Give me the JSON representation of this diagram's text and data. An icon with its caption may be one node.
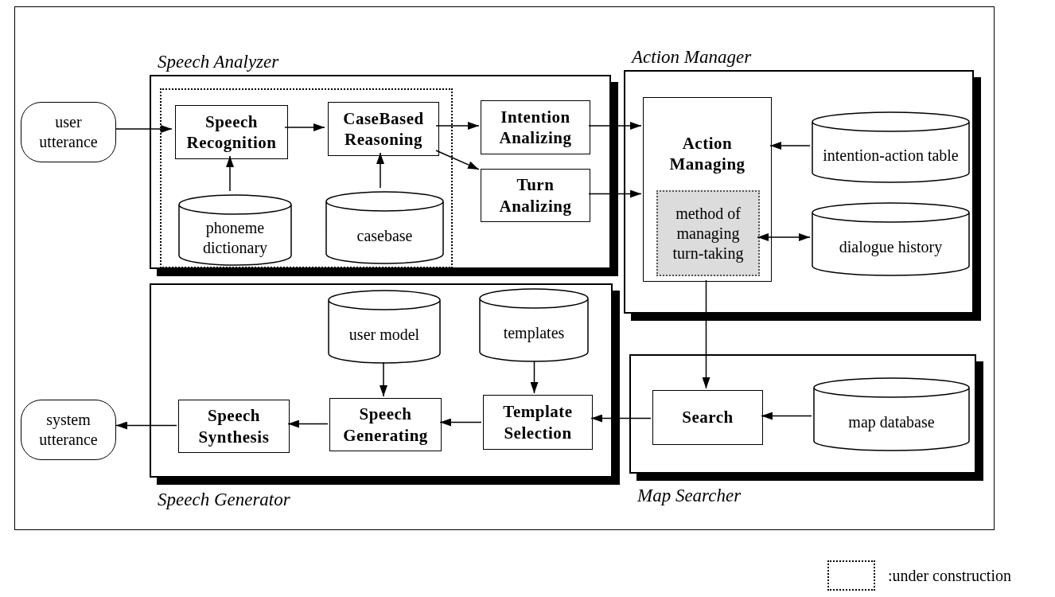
{
  "diagram": {
    "nodes": [
      {
        "text": [
          "Speech Analyzer"
        ]
      },
      {
        "text": [],
        "shape": "box",
        "in": 0
      },
      {
        "text": [
          "Speech Recognition"
        ],
        "in": 1
      },
      {
        "text": [
          "CaseBased Reasoning"
        ],
        "in": 1
      },
      {
        "text": [
          "Intention Analizing"
        ],
        "in": 0
      },
      {
        "text": [
          "Turn Analizing"
        ],
        "in": 0
      },
      {
        "text": [
          "phoneme dictionary"
        ],
        "in": 1
      },
      {
        "text": [
          "casebase"
        ],
        "in": 1
      },
      {
        "text": [
          "user utterance"
        ]
      },
      {
        "text": [
          "Action Manager"
        ]
      },
      {
        "text": [
          "Action Managing"
        ],
        "in": 9
      },
      {
        "text": [
          "method of managing turn-taking"
        ],
        "in": 10
      },
      {
        "text": [
          "intention-action table"
        ],
        "in": 9
      },
      {
        "text": [
          "dialogue history"
        ],
        "in": 9
      },
      {
        "text": [
          "Speech Generator"
        ]
      },
      {
        "text": [
          "user model"
        ],
        "in": 14
      },
      {
        "text": [
          "templates"
        ],
        "in": 14
      },
      {
        "text": [
          "Speech Synthesis"
        ],
        "in": 14
      },
      {
        "text": [
          "Speech Generating"
        ],
        "in": 14
      },
      {
        "text": [
          "Template Selection"
        ],
        "in": 14
      },
      {
        "text": [
          "system utterance"
        ]
      },
      {
        "text": [
          "Map Searcher"
        ]
      },
      {
        "text": [
          "Search"
        ],
        "in": 21
      },
      {
        "text": [
          "map database"
        ],
        "in": 21
      }
    ],
    "edges": [
      {
        "from": 8,
        "to": 2,
        "arrow": "to"
      },
      {
        "from": 2,
        "to": 3,
        "arrow": "to"
      },
      {
        "from": 3,
        "to": 4,
        "arrow": "to"
      },
      {
        "from": 3,
        "to": 5,
        "arrow": "to"
      },
      {
        "from": 6,
        "to": 2,
        "arrow": "to"
      },
      {
        "from": 7,
        "to": 3,
        "arrow": "to"
      },
      {
        "from": 4,
        "to": 10,
        "arrow": "to"
      },
      {
        "from": 5,
        "to": 10,
        "arrow": "to"
      },
      {
        "from": 12,
        "to": 10,
        "arrow": "to"
      },
      {
        "from": 11,
        "to": 13,
        "arrow": "both"
      },
      {
        "from": 10,
        "to": 22,
        "arrow": "to"
      },
      {
        "from": 23,
        "to": 22,
        "arrow": "to"
      },
      {
        "from": 22,
        "to": 19,
        "arrow": "to"
      },
      {
        "from": 16,
        "to": 19,
        "arrow": "to"
      },
      {
        "from": 15,
        "to": 18,
        "arrow": "to"
      },
      {
        "from": 19,
        "to": 18,
        "arrow": "to"
      },
      {
        "from": 18,
        "to": 17,
        "arrow": "to"
      },
      {
        "from": 17,
        "to": 20,
        "arrow": "to"
      }
    ],
    "legend": [
      {
        "text": ":under construction"
      }
    ]
  }
}
